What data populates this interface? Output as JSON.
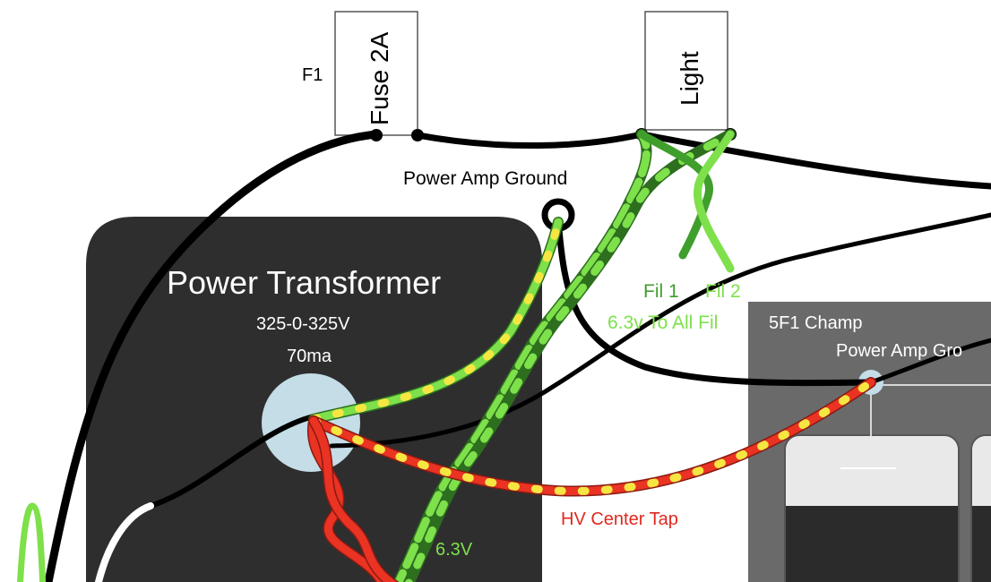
{
  "components": {
    "fuse": {
      "ref": "F1",
      "label": "Fuse 2A"
    },
    "light": {
      "label": "Light"
    },
    "power_amp_ground": {
      "label": "Power Amp Ground"
    },
    "transformer": {
      "title": "Power Transformer",
      "voltage": "325-0-325V",
      "current": "70ma"
    },
    "chassis": {
      "title": "5F1 Champ",
      "ground_label": "Power Amp Gro"
    }
  },
  "wire_labels": {
    "fil_1": "Fil 1",
    "fil_2": "Fil 2",
    "heater_note": "6.3v To All Fil",
    "secondary_6v3": "6.3V",
    "hv_center_tap": "HV Center Tap"
  },
  "colors": {
    "transformer_body": "#2e2e2e",
    "chassis_body": "#6a6a6a",
    "lug": "#c4dde6",
    "wire_black": "#000000",
    "wire_green": "#7ee04a",
    "wire_dark_green": "#3f9e2c",
    "wire_red": "#ea3323",
    "stripe_yellow": "#f5e642",
    "label_green": "#58b83a",
    "label_red": "#e0281e"
  }
}
